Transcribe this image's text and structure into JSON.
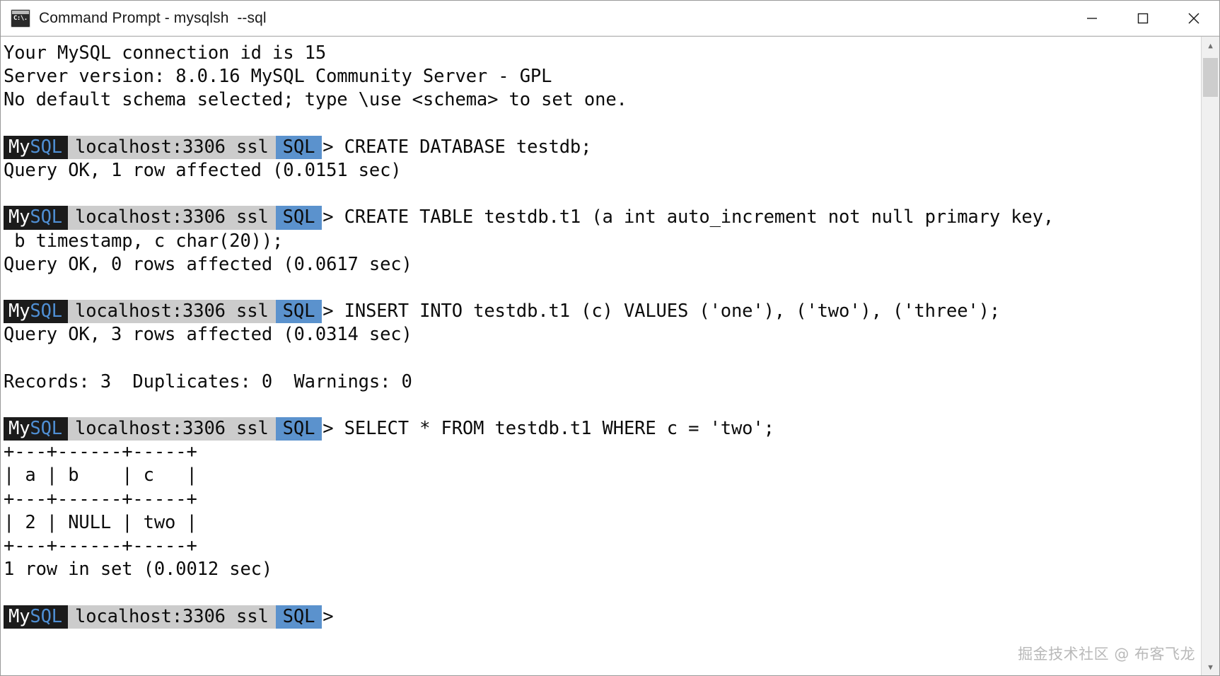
{
  "window": {
    "title": "Command Prompt - mysqlsh  --sql",
    "icon_name": "cmd-icon",
    "icon_label": "C:\\.",
    "minimize_label": "Minimize",
    "maximize_label": "Maximize",
    "close_label": "Close"
  },
  "colors": {
    "prompt_dark_bg": "#1b1b1b",
    "prompt_host_bg": "#cccccc",
    "prompt_mode_bg": "#5b92cd",
    "mysql_sql_accent": "#4f8fd4",
    "console_bg": "#ffffff",
    "console_fg": "#0c0c0c"
  },
  "prompt": {
    "brand_my": "My",
    "brand_sql": "SQL",
    "host": "localhost:3306 ssl",
    "mode": "SQL",
    "caret": "> "
  },
  "console": {
    "lines": [
      {
        "type": "text",
        "text": "Your MySQL connection id is 15"
      },
      {
        "type": "text",
        "text": "Server version: 8.0.16 MySQL Community Server - GPL"
      },
      {
        "type": "text",
        "text": "No default schema selected; type \\use <schema> to set one."
      },
      {
        "type": "blank",
        "text": " "
      },
      {
        "type": "prompt",
        "command": "CREATE DATABASE testdb;"
      },
      {
        "type": "text",
        "text": "Query OK, 1 row affected (0.0151 sec)"
      },
      {
        "type": "blank",
        "text": " "
      },
      {
        "type": "prompt",
        "command": "CREATE TABLE testdb.t1 (a int auto_increment not null primary key,"
      },
      {
        "type": "text",
        "text": " b timestamp, c char(20));"
      },
      {
        "type": "text",
        "text": "Query OK, 0 rows affected (0.0617 sec)"
      },
      {
        "type": "blank",
        "text": " "
      },
      {
        "type": "prompt",
        "command": "INSERT INTO testdb.t1 (c) VALUES ('one'), ('two'), ('three');"
      },
      {
        "type": "text",
        "text": "Query OK, 3 rows affected (0.0314 sec)"
      },
      {
        "type": "blank",
        "text": " "
      },
      {
        "type": "text",
        "text": "Records: 3  Duplicates: 0  Warnings: 0"
      },
      {
        "type": "blank",
        "text": " "
      },
      {
        "type": "prompt",
        "command": "SELECT * FROM testdb.t1 WHERE c = 'two';"
      },
      {
        "type": "text",
        "text": "+---+------+-----+"
      },
      {
        "type": "text",
        "text": "| a | b    | c   |"
      },
      {
        "type": "text",
        "text": "+---+------+-----+"
      },
      {
        "type": "text",
        "text": "| 2 | NULL | two |"
      },
      {
        "type": "text",
        "text": "+---+------+-----+"
      },
      {
        "type": "text",
        "text": "1 row in set (0.0012 sec)"
      },
      {
        "type": "blank",
        "text": " "
      },
      {
        "type": "prompt",
        "command": ""
      }
    ],
    "result_table": {
      "columns": [
        "a",
        "b",
        "c"
      ],
      "rows": [
        [
          "2",
          "NULL",
          "two"
        ]
      ],
      "row_count_text": "1 row in set (0.0012 sec)"
    }
  },
  "scrollbar": {
    "up_arrow": "▲",
    "down_arrow": "▼"
  },
  "watermark": {
    "text": "掘金技术社区 @ 布客飞龙"
  }
}
